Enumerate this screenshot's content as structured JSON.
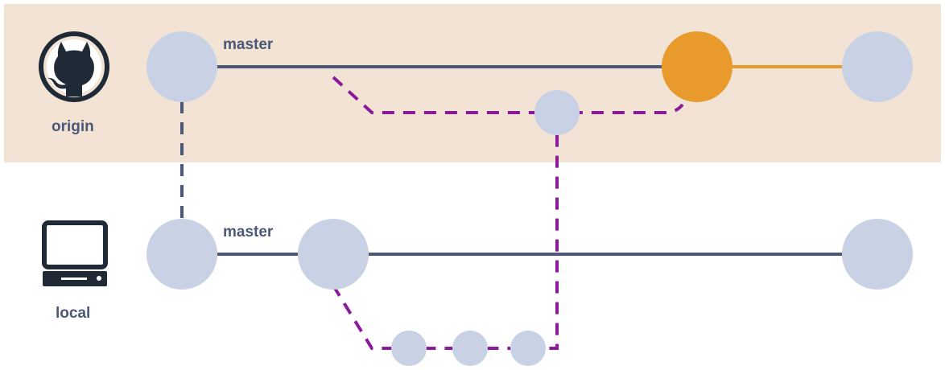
{
  "colors": {
    "origin_band": "#f2e3d4",
    "node": "#c9d2e4",
    "node_highlight": "#e99a2c",
    "branch_line": "#4c5878",
    "feature_path": "#8b1a9b",
    "highlight_line": "#e99a2c",
    "icon": "#1f2a36"
  },
  "origin": {
    "label": "origin",
    "icon": "github-octocat-icon",
    "branch_label": "master"
  },
  "local": {
    "label": "local",
    "icon": "computer-icon",
    "branch_label": "master"
  }
}
